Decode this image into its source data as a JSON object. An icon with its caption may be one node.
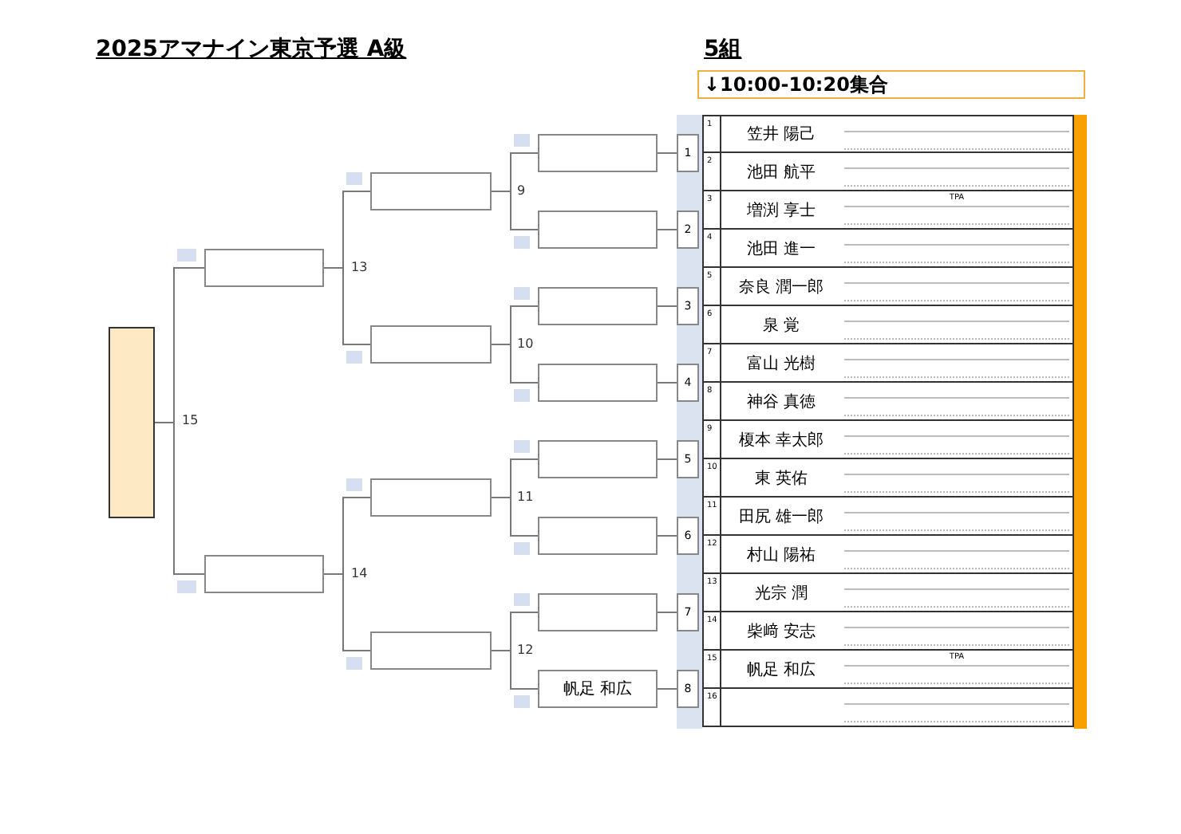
{
  "diagram": {
    "title": "2025アマナイン東京予選 A級",
    "nodes": [
      {
        "text": [
          "↓10:00-10:20集合"
        ]
      },
      {
        "text": [],
        "shape": "box"
      },
      {
        "text": [],
        "shape": "box"
      },
      {
        "text": [],
        "shape": "box"
      },
      {
        "text": [],
        "shape": "box"
      },
      {
        "text": [],
        "shape": "box"
      },
      {
        "text": [],
        "shape": "box"
      },
      {
        "text": [],
        "shape": "box"
      },
      {
        "text": [],
        "shape": "box"
      },
      {
        "text": [],
        "shape": "box"
      },
      {
        "text": [],
        "shape": "box"
      },
      {
        "text": [],
        "shape": "box"
      },
      {
        "text": [],
        "shape": "box"
      },
      {
        "text": [],
        "shape": "box"
      },
      {
        "text": [],
        "shape": "box"
      },
      {
        "text": [
          "帆足 和広"
        ]
      },
      {
        "text": [
          "1"
        ]
      },
      {
        "text": [
          "2"
        ]
      },
      {
        "text": [
          "3"
        ]
      },
      {
        "text": [
          "4"
        ]
      },
      {
        "text": [
          "5"
        ]
      },
      {
        "text": [
          "6"
        ]
      },
      {
        "text": [
          "7"
        ]
      },
      {
        "text": [
          "8"
        ]
      },
      {
        "text": [
          "1",
          "笠井 陽己"
        ]
      },
      {
        "text": [
          "2",
          "池田 航平"
        ]
      },
      {
        "text": [
          "3",
          "増渕 享士",
          "TPA"
        ]
      },
      {
        "text": [
          "4",
          "池田 進一"
        ]
      },
      {
        "text": [
          "5",
          "奈良 潤一郎"
        ]
      },
      {
        "text": [
          "6",
          "泉 覚"
        ]
      },
      {
        "text": [
          "7",
          "富山 光樹"
        ]
      },
      {
        "text": [
          "8",
          "神谷 真徳"
        ]
      },
      {
        "text": [
          "9",
          "榎本 幸太郎"
        ]
      },
      {
        "text": [
          "10",
          "東 英佑"
        ]
      },
      {
        "text": [
          "11",
          "田尻 雄一郎"
        ]
      },
      {
        "text": [
          "12",
          "村山 陽祐"
        ]
      },
      {
        "text": [
          "13",
          "光宗 潤"
        ]
      },
      {
        "text": [
          "14",
          "柴﨑 安志"
        ]
      },
      {
        "text": [
          "15",
          "帆足 和広",
          "TPA"
        ]
      },
      {
        "text": [
          "16"
        ]
      }
    ],
    "edges": [
      {
        "from": 16,
        "to": 8,
        "arrow": "none"
      },
      {
        "from": 17,
        "to": 9,
        "arrow": "none"
      },
      {
        "from": 18,
        "to": 10,
        "arrow": "none"
      },
      {
        "from": 19,
        "to": 11,
        "arrow": "none"
      },
      {
        "from": 20,
        "to": 12,
        "arrow": "none"
      },
      {
        "from": 21,
        "to": 13,
        "arrow": "none"
      },
      {
        "from": 22,
        "to": 14,
        "arrow": "none"
      },
      {
        "from": 23,
        "to": 15,
        "arrow": "none"
      },
      {
        "from": 8,
        "to": 4,
        "arrow": "none"
      },
      {
        "from": 9,
        "to": 4,
        "arrow": "none"
      },
      {
        "from": 10,
        "to": 5,
        "arrow": "none"
      },
      {
        "from": 11,
        "to": 5,
        "arrow": "none"
      },
      {
        "from": 12,
        "to": 6,
        "arrow": "none"
      },
      {
        "from": 13,
        "to": 6,
        "arrow": "none"
      },
      {
        "from": 14,
        "to": 7,
        "arrow": "none"
      },
      {
        "from": 15,
        "to": 7,
        "arrow": "none"
      },
      {
        "from": 4,
        "to": 2,
        "arrow": "none"
      },
      {
        "from": 5,
        "to": 2,
        "arrow": "none"
      },
      {
        "from": 6,
        "to": 3,
        "arrow": "none"
      },
      {
        "from": 7,
        "to": 3,
        "arrow": "none"
      },
      {
        "from": 2,
        "to": 1,
        "arrow": "none"
      },
      {
        "from": 3,
        "to": 1,
        "arrow": "none"
      }
    ],
    "labels": [
      "5組",
      "9",
      "10",
      "11",
      "12",
      "13",
      "14",
      "15"
    ]
  }
}
